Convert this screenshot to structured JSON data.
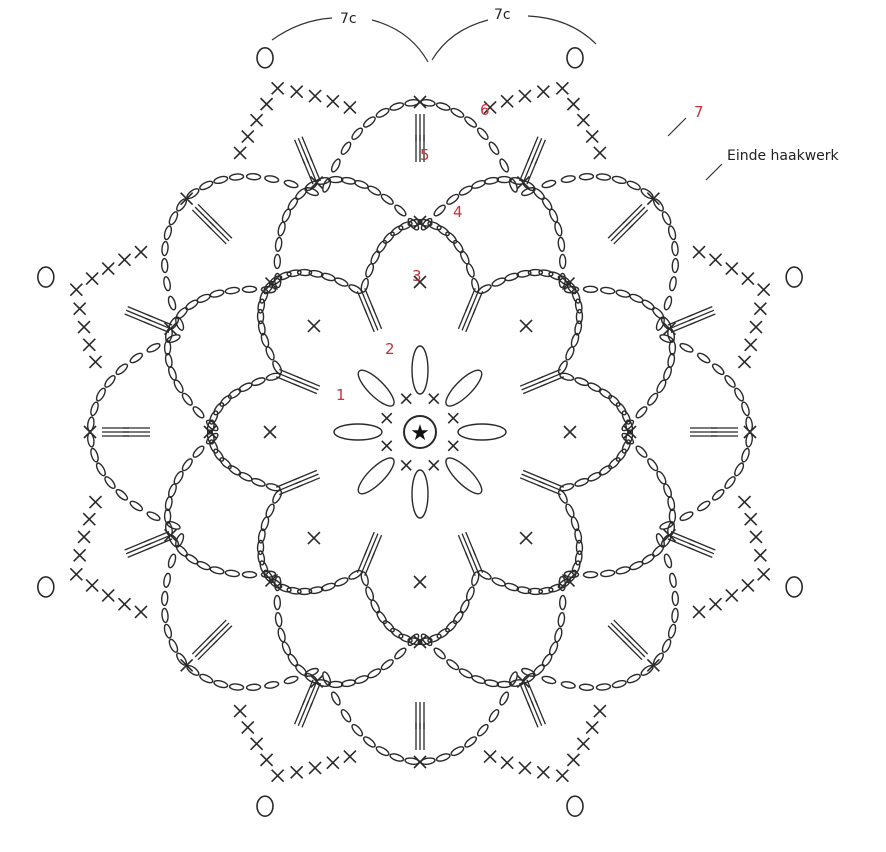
{
  "diagram": {
    "round_numbers": [
      "1",
      "2",
      "3",
      "4",
      "5",
      "6",
      "7"
    ],
    "stitch_count_left": "7c",
    "stitch_count_right": "7c",
    "end_label": "Einde haakwerk",
    "colors": {
      "ink": "#2a2a2a",
      "round_number": "#c8323a",
      "background": "#ffffff"
    }
  }
}
